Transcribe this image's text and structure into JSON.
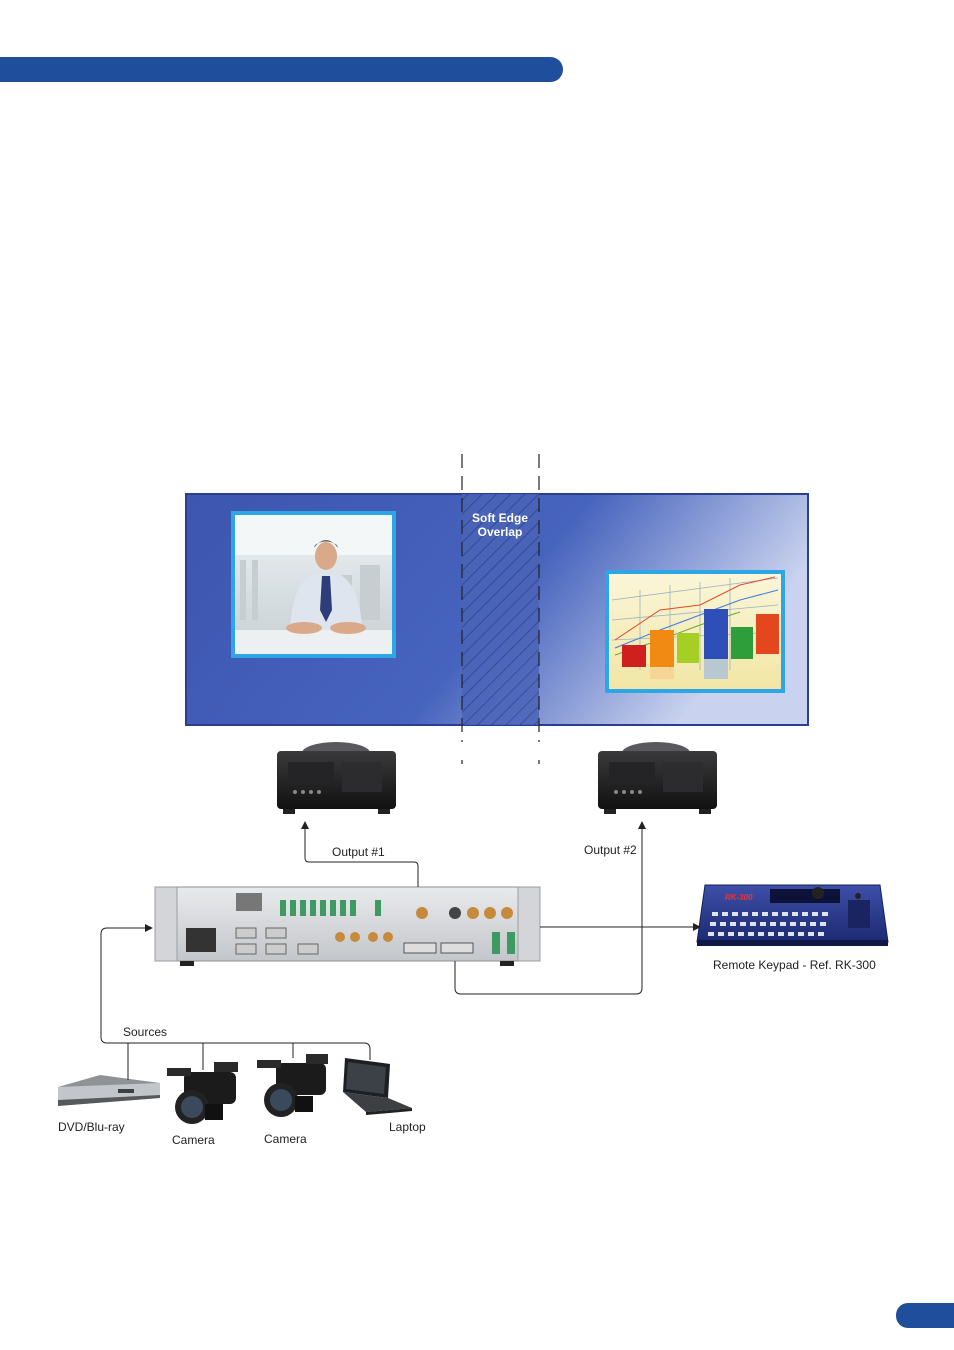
{
  "diagram": {
    "overlap_label_line1": "Soft Edge",
    "overlap_label_line2": "Overlap",
    "output1_label": "Output #1",
    "output2_label": "Output #2",
    "keypad_label": "Remote Keypad - Ref. RK-300",
    "keypad_brand": "RK-300",
    "sources_label": "Sources",
    "dvd_label": "DVD/Blu-ray",
    "camera1_label": "Camera",
    "camera2_label": "Camera",
    "laptop_label": "Laptop"
  },
  "colors": {
    "header": "#1f4f9c",
    "screen": "#3f5bb4",
    "frame": "#2ea6e6"
  }
}
